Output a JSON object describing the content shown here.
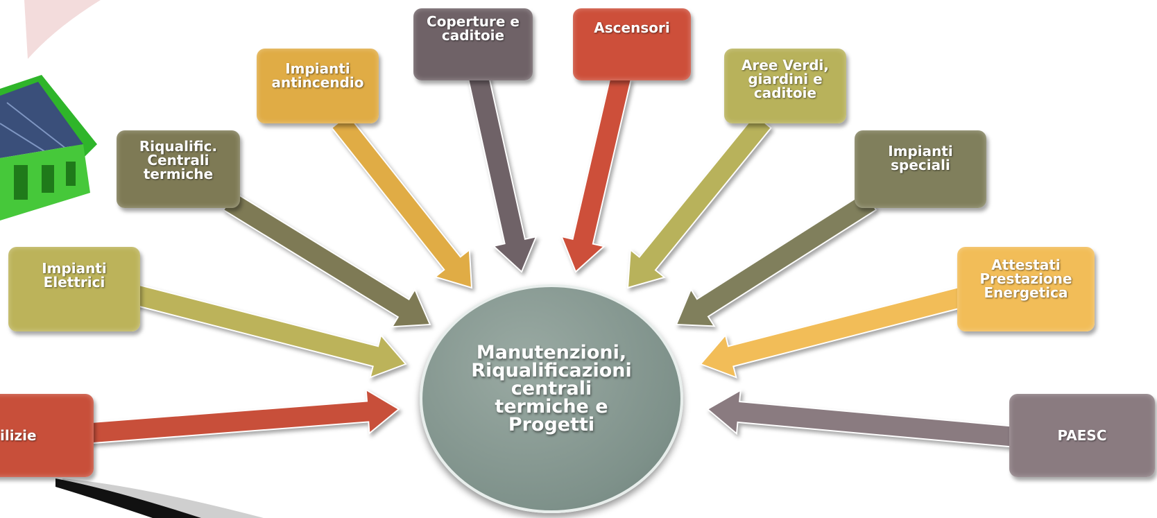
{
  "diagram": {
    "center_label": "Manutenzioni,\nRiqualificazioni\ncentrali\ntermiche e\nProgetti",
    "nodes": [
      {
        "label": "Edilizie",
        "color": "#c84f3a"
      },
      {
        "label": "Impianti\nElettrici",
        "color": "#bcb35a"
      },
      {
        "label": "Riqualific.\nCentrali\ntermiche",
        "color": "#7e7a55"
      },
      {
        "label": "Impianti\nantincendio",
        "color": "#e0ac45"
      },
      {
        "label": "Coperture e\ncaditoie",
        "color": "#6f6267"
      },
      {
        "label": "Ascensori",
        "color": "#cd4f3a"
      },
      {
        "label": "Aree Verdi,\ngiardini e\ncaditoie",
        "color": "#b8b25b"
      },
      {
        "label": "Impianti\nspeciali",
        "color": "#807f5c"
      },
      {
        "label": "Attestati\nPrestazione\nEnergetica",
        "color": "#f2bd58"
      },
      {
        "label": "PAESC",
        "color": "#8a7b80"
      }
    ]
  }
}
